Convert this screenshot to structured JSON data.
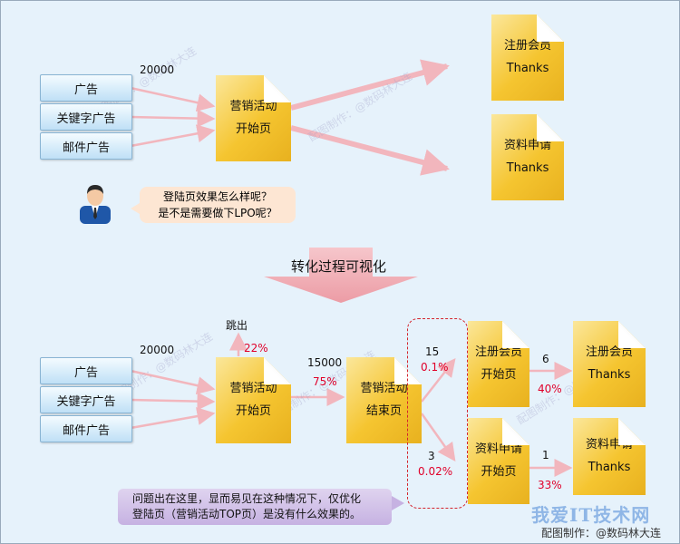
{
  "top": {
    "traffic": "20000",
    "sources": [
      "广告",
      "关键字广告",
      "邮件广告"
    ],
    "landing_page": [
      "营销活动",
      "开始页"
    ],
    "thanks_register": [
      "注册会员",
      "Thanks"
    ],
    "thanks_info": [
      "资料申请",
      "Thanks"
    ],
    "question": [
      "登陆页效果怎么样呢？",
      "是不是需要做下LPO呢？"
    ]
  },
  "middle": {
    "title": "转化过程可视化"
  },
  "bottom": {
    "traffic": "20000",
    "sources": [
      "广告",
      "关键字广告",
      "邮件广告"
    ],
    "bounce_label": "跳出",
    "bounce_rate": "22%",
    "landing_page": [
      "营销活动",
      "开始页"
    ],
    "to_end_count": "15000",
    "to_end_rate": "75%",
    "end_page": [
      "营销活动",
      "结束页"
    ],
    "branch_register_count": "15",
    "branch_register_rate": "0.1%",
    "branch_info_count": "3",
    "branch_info_rate": "0.02%",
    "register_start": [
      "注册会员",
      "开始页"
    ],
    "info_start": [
      "资料申请",
      "开始页"
    ],
    "register_done_count": "6",
    "register_done_rate": "40%",
    "info_done_count": "1",
    "info_done_rate": "33%",
    "register_thanks": [
      "注册会员",
      "Thanks"
    ],
    "info_thanks": [
      "资料申请",
      "Thanks"
    ],
    "note": [
      "问题出在这里，显而易见在这种情况下，仅优化",
      "登陆页（营销活动TOP页）是没有什么效果的。"
    ]
  },
  "watermarks": [
    "配图制作：@数码林大连",
    "配图制作：@数码林大连",
    "配图制作：@数码林大连",
    "配图制作：@数码林大连",
    "配图制作：@数码林大连"
  ],
  "footer": {
    "brand": "我爱IT技术网",
    "credit": "配图制作：@数码林大连"
  },
  "colors": {
    "doc": "#f5c530",
    "source_box": "#bfe0f6",
    "arrow": "#f2b6bd",
    "highlight": "#e0002a",
    "note": "#c6b2e2"
  }
}
